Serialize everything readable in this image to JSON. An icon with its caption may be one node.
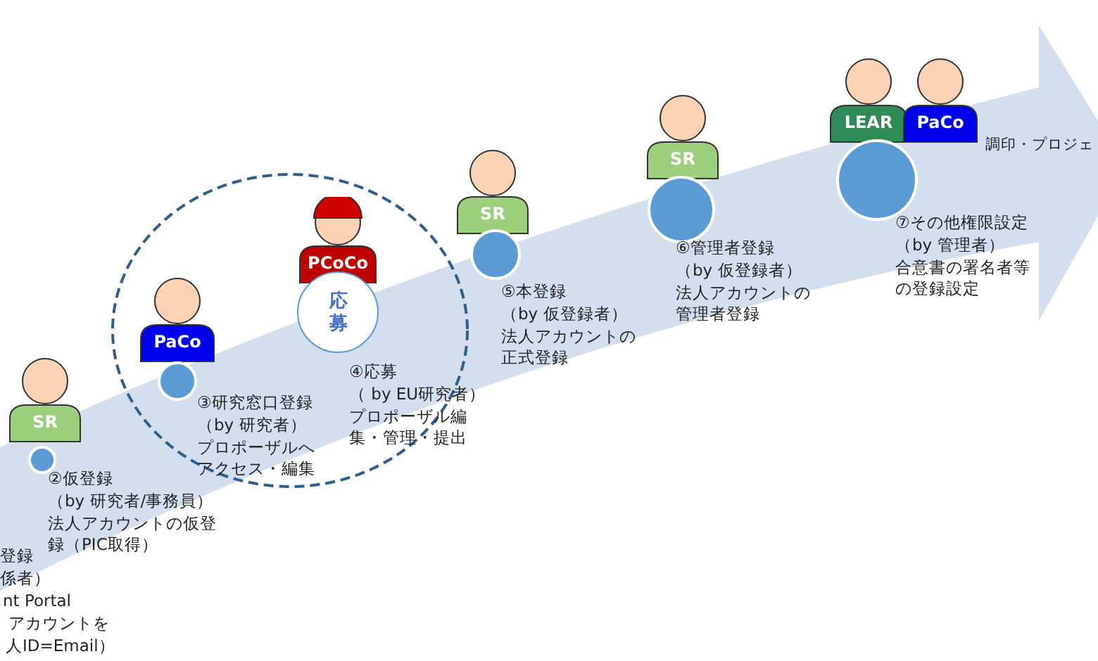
{
  "diagram": {
    "nodes": [
      {
        "text": [
          "SR"
        ]
      },
      {
        "text": [],
        "shape": "circle",
        "beside": [
          "②仮登録",
          "（by 研究者/事務員）",
          "法人アカウントの仮登録（PIC取得）"
        ]
      },
      {
        "text": [],
        "shape": "circle"
      },
      {
        "text": [
          "PaCo"
        ],
        "in": 2
      },
      {
        "text": [],
        "shape": "circle",
        "in": 2,
        "beside": [
          "③研究窓口登録",
          "（by 研究者）",
          "プロポーザルへアクセス・編集"
        ]
      },
      {
        "text": [
          "PCoCo"
        ],
        "in": 2
      },
      {
        "text": [
          "応募"
        ],
        "in": 2,
        "beside": [
          "④応募",
          "（ by EU研究者）",
          "プロポーザル編集・管理・提出"
        ]
      },
      {
        "text": [
          "SR"
        ]
      },
      {
        "text": [],
        "shape": "circle",
        "beside": [
          "⑤本登録",
          "（by 仮登録者）",
          "法人アカウントの正式登録"
        ]
      },
      {
        "text": [
          "SR"
        ]
      },
      {
        "text": [],
        "shape": "circle",
        "beside": [
          "⑥管理者登録",
          "（by 仮登録者）",
          "法人アカウントの管理者登録"
        ]
      },
      {
        "text": [
          "LEAR"
        ]
      },
      {
        "text": [
          "PaCo"
        ]
      },
      {
        "text": [],
        "shape": "circle",
        "beside": [
          "⑦その他権限設定",
          "（by 管理者）",
          "合意書の署名者等の登録設定"
        ]
      }
    ],
    "edges": [],
    "labels": [
      "登録",
      "係者）",
      "nt Portal",
      "アカウントを",
      "人ID=Email）",
      "調印・プロジェ"
    ]
  }
}
